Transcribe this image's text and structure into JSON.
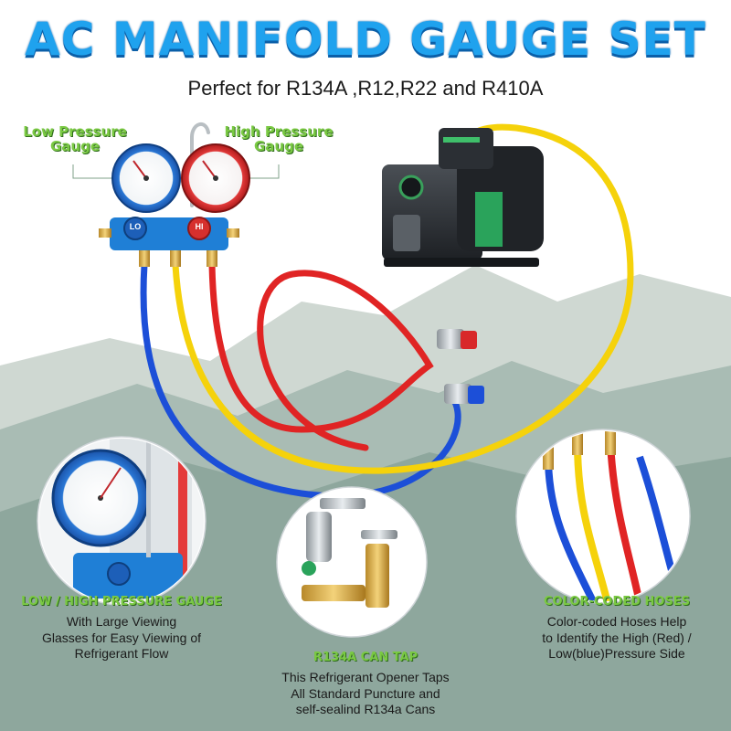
{
  "header": {
    "title": "AC MANIFOLD GAUGE SET",
    "subtitle": "Perfect for R134A ,R12,R22 and R410A"
  },
  "callouts": {
    "low_line1": "Low Pressure",
    "low_line2": "Gauge",
    "high_line1": "High Pressure",
    "high_line2": "Gauge"
  },
  "gauges": {
    "low_label": "LO",
    "high_label": "HI"
  },
  "features": [
    {
      "title": "LOW / HIGH PRESSURE GAUGE",
      "lines": [
        "With Large Viewing",
        "Glasses for Easy Viewing of",
        "Refrigerant Flow"
      ]
    },
    {
      "title": "R134A CAN TAP",
      "lines": [
        "This Refrigerant Opener Taps",
        "All Standard Puncture and",
        "self-sealind R134a Cans"
      ]
    },
    {
      "title": "COLOR-CODED HOSES",
      "lines": [
        "Color-coded Hoses Help",
        "to Identify the High (Red) /",
        "Low(blue)Pressure Side"
      ]
    }
  ],
  "colors": {
    "title_blue": "#1fa2ee",
    "accent_green": "#7ac943",
    "hose_red": "#e02424",
    "hose_blue": "#1c4fd8",
    "hose_yellow": "#f5d20b"
  }
}
